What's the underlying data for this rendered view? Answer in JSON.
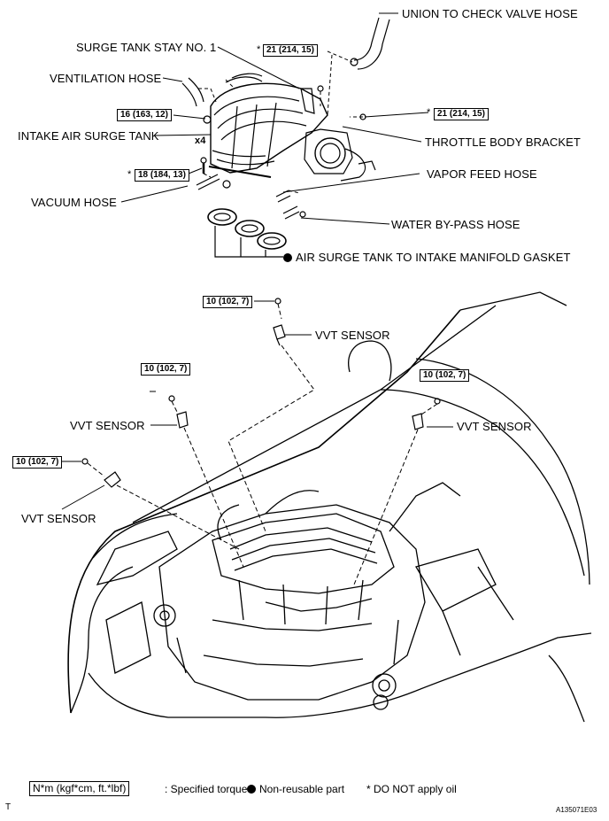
{
  "labels": {
    "union_hose": "UNION TO CHECK VALVE HOSE",
    "surge_stay": "SURGE TANK STAY NO. 1",
    "ventilation_hose": "VENTILATION HOSE",
    "intake_air_surge_tank": "INTAKE AIR SURGE TANK",
    "throttle_bracket": "THROTTLE BODY BRACKET",
    "vapor_feed_hose": "VAPOR FEED HOSE",
    "vacuum_hose": "VACUUM HOSE",
    "water_bypass_hose": "WATER BY-PASS HOSE",
    "gasket": "AIR SURGE TANK TO INTAKE MANIFOLD GASKET",
    "vvt_sensor": "VVT SENSOR",
    "bolt_count": "x4"
  },
  "torques": {
    "t21": "21 (214, 15)",
    "t16": "16 (163, 12)",
    "t18": "18 (184, 13)",
    "t10": "10 (102, 7)",
    "star": "*"
  },
  "legend": {
    "torque_unit": "N*m (kgf*cm, ft.*lbf)",
    "torque_desc": ": Specified torque",
    "non_reusable": "Non-reusable part",
    "no_oil": "* DO NOT apply oil"
  },
  "corner": {
    "left": "T",
    "right": "A135071E03"
  }
}
